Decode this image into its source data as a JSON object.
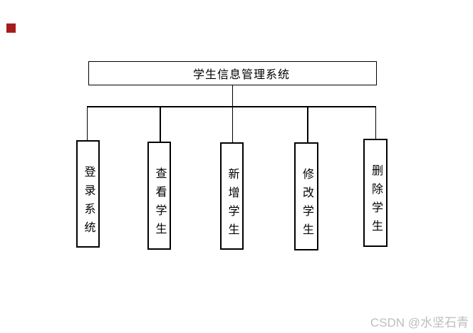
{
  "diagram": {
    "root": {
      "label": "学生信息管理系统"
    },
    "children": [
      {
        "label": "登录系统"
      },
      {
        "label": "查看学生"
      },
      {
        "label": "新增学生"
      },
      {
        "label": "修改学生"
      },
      {
        "label": "删除学生"
      }
    ]
  },
  "watermark": {
    "text": "CSDN @水坚石青",
    "color": "#bdbdbd"
  },
  "colors": {
    "line": "#000000",
    "background": "#ffffff",
    "artifact_red": "#a61c1c"
  }
}
